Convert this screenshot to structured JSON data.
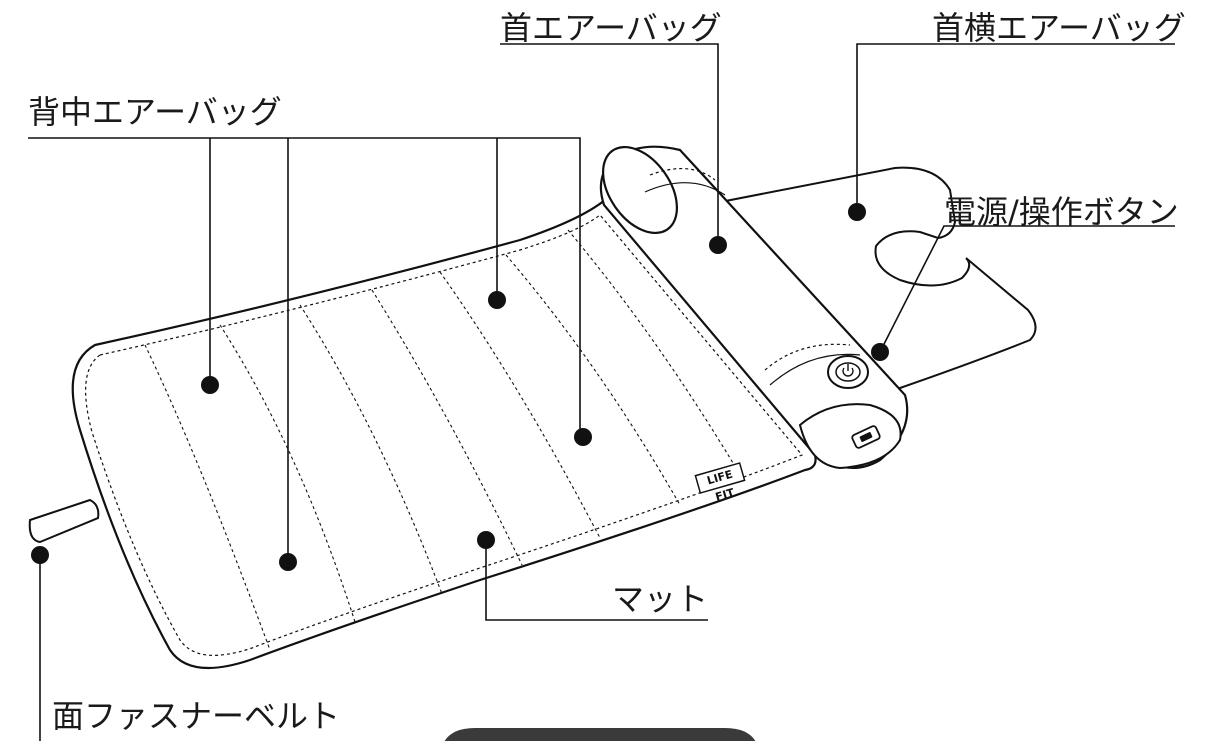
{
  "labels": {
    "back_airbag": "背中エアーバッグ",
    "neck_airbag": "首エアーバッグ",
    "side_neck_airbag": "首横エアーバッグ",
    "power_button": "電源/操作ボタン",
    "mat": "マット",
    "belt": "面ファスナーベルト"
  },
  "brand_logo": "LIFE FIT",
  "icons": {
    "power": "power-icon",
    "port": "charging-port-icon"
  },
  "colors": {
    "line": "#111111",
    "background": "#ffffff",
    "bottom_bar": "#3a3a3a"
  }
}
